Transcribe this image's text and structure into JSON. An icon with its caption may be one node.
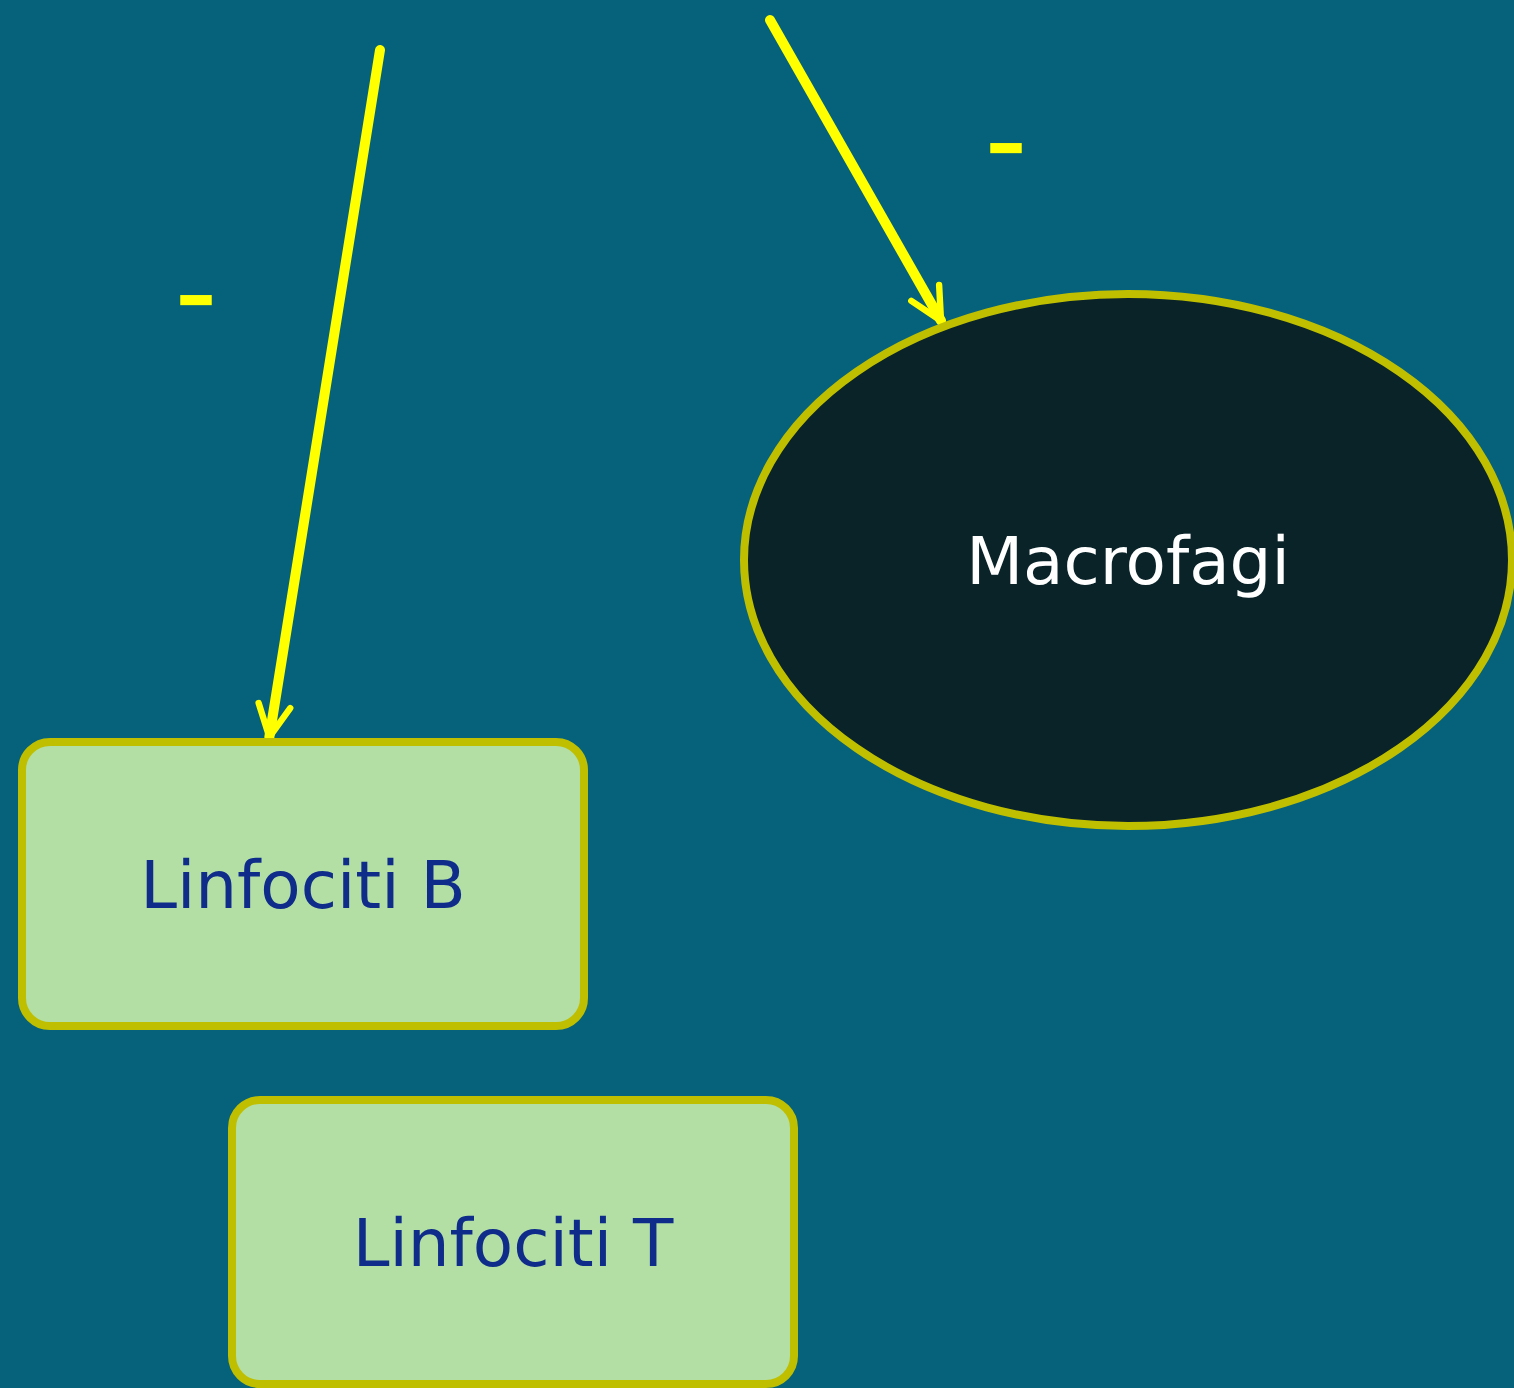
{
  "diagram": {
    "nodes": [
      {
        "text": [
          "Macrofagi"
        ]
      },
      {
        "text": [
          "Linfociti B"
        ]
      },
      {
        "text": [
          "Linfociti T"
        ]
      }
    ],
    "edges": [
      {
        "from": null,
        "to": 1,
        "arrow": "to",
        "label": "–"
      },
      {
        "from": null,
        "to": 0,
        "arrow": "to",
        "label": "–"
      }
    ]
  }
}
